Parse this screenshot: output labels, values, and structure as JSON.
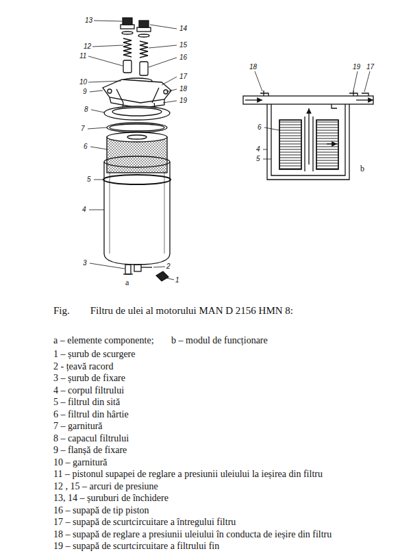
{
  "diagram": {
    "caption": "Fig.        Filtru de ulei al motorului MAN D 2156 HMN 8:",
    "labels": [
      "13",
      "14",
      "12",
      "15",
      "11",
      "16",
      "10",
      "17",
      "9",
      "18",
      "19",
      "8",
      "7",
      "6",
      "5",
      "4",
      "3",
      "2",
      "1",
      "a",
      "18",
      "19",
      "17",
      "6",
      "4",
      "5",
      "b",
      "a – elemente componente;",
      "b – modul de funcționare",
      "1 – șurub de scurgere",
      "2 - țeavă racord",
      "3 – șurub de fixare",
      "4 – corpul filtrului",
      "5 – filtrul din sită",
      "6 – filtrul din hârtie",
      "7 – garnitură",
      "8 – capacul filtrului",
      "9 – flanșă de fixare",
      "10 – garnitură",
      "11 – pistonul supapei de reglare a presiunii uleiului la ieșirea din filtru",
      "12 , 15 – arcuri de presiune",
      "13, 14 – șuruburi de închidere",
      "16 – supapă de tip piston",
      "17 – supapă de scurtcircuitare a întregului filtru",
      "18 – supapă de reglare a presiunii uleiului în conducta de ieșire din filtru",
      "19 – supapă de scurtcircuitare a filtrului fin"
    ]
  }
}
